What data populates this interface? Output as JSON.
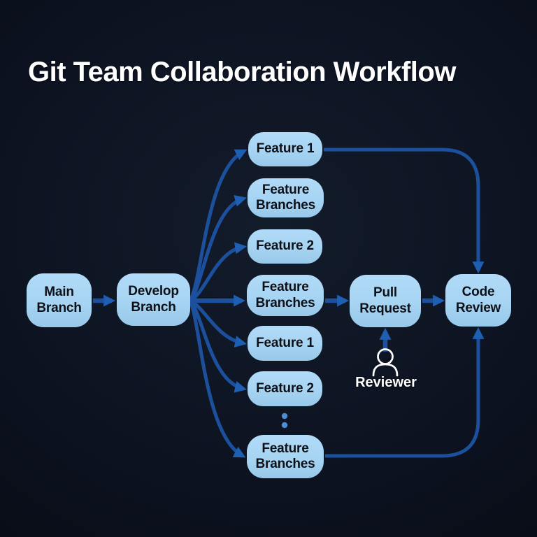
{
  "title": "Git Team Collaboration Workflow",
  "nodes": {
    "main_branch": "Main Branch",
    "develop_branch": "Develop Branch",
    "feature_1_top": "Feature 1",
    "feature_branches_top": "Feature Branches",
    "feature_2_top": "Feature 2",
    "feature_branches_mid": "Feature Branches",
    "feature_1_mid": "Feature 1",
    "feature_2_mid": "Feature 2",
    "feature_branches_bottom": "Feature Branches",
    "pull_request": "Pull Request",
    "code_review": "Code Review"
  },
  "reviewer": {
    "label": "Reviewer",
    "icon": "person-icon"
  },
  "ellipsis": {
    "dot_count": 2
  },
  "edges": [
    {
      "from": "main_branch",
      "to": "develop_branch"
    },
    {
      "from": "develop_branch",
      "to": "feature_1_top"
    },
    {
      "from": "develop_branch",
      "to": "feature_branches_top"
    },
    {
      "from": "develop_branch",
      "to": "feature_2_top"
    },
    {
      "from": "develop_branch",
      "to": "feature_branches_mid"
    },
    {
      "from": "develop_branch",
      "to": "feature_1_mid"
    },
    {
      "from": "develop_branch",
      "to": "feature_2_mid"
    },
    {
      "from": "develop_branch",
      "to": "feature_branches_bottom"
    },
    {
      "from": "feature_branches_mid",
      "to": "pull_request"
    },
    {
      "from": "pull_request",
      "to": "code_review"
    },
    {
      "from": "feature_1_top",
      "to": "code_review"
    },
    {
      "from": "feature_branches_bottom",
      "to": "code_review"
    },
    {
      "from": "reviewer",
      "to": "pull_request"
    }
  ],
  "colors": {
    "background": "#0a0f18",
    "node_fill": "#a6d4f2",
    "node_text": "#0d1117",
    "edge_line": "#1c509c",
    "edge_arrow": "#1f5fb2",
    "title_text": "#ffffff",
    "ellipsis_dot": "#4b8ed2"
  }
}
